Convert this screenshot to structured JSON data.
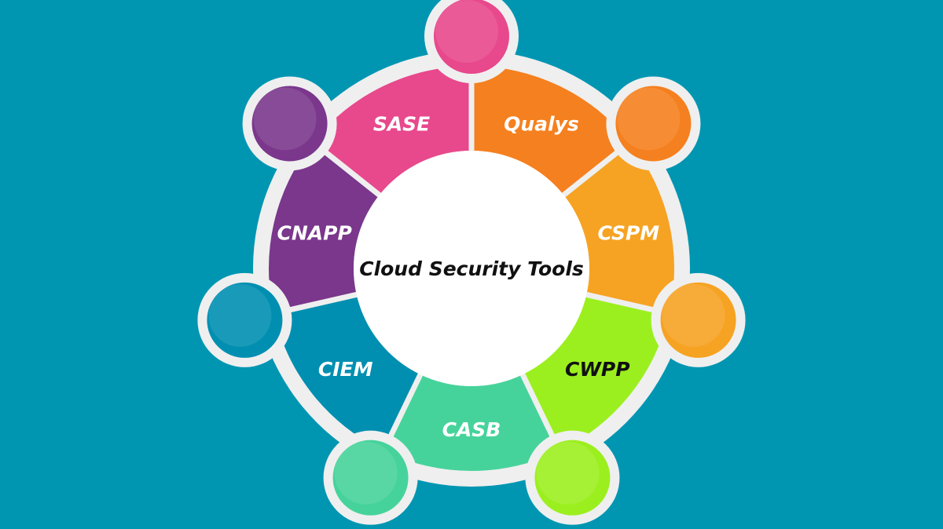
{
  "diagram": {
    "center_title": "Cloud Security Tools",
    "background_color": "#0096b2",
    "ring_color": "#efefef",
    "segments": [
      {
        "label": "Qualys",
        "color": "#f5801f",
        "text_color": "#ffffff"
      },
      {
        "label": "CSPM",
        "color": "#f6a323",
        "text_color": "#ffffff"
      },
      {
        "label": "CWPP",
        "color": "#9cef1f",
        "text_color": "#111111"
      },
      {
        "label": "CASB",
        "color": "#46d39b",
        "text_color": "#ffffff"
      },
      {
        "label": "CIEM",
        "color": "#008fb1",
        "text_color": "#ffffff"
      },
      {
        "label": "CNAPP",
        "color": "#7a378c",
        "text_color": "#ffffff"
      },
      {
        "label": "SASE",
        "color": "#e8488c",
        "text_color": "#ffffff"
      }
    ]
  }
}
